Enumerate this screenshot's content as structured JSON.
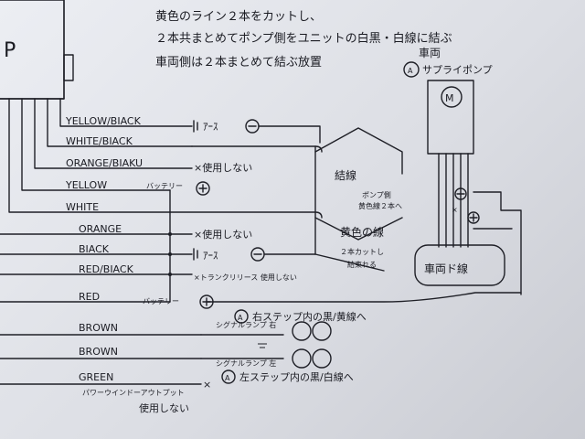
{
  "notes": {
    "line1": "黄色のライン２本をカットし、",
    "line2": "２本共まとめてポンプ側をユニットの白黒・白線に結ぶ",
    "line3": "車両側は２本まとめて結ぶ放置"
  },
  "unit": {
    "label": "P"
  },
  "pump": {
    "title_line1": "車両",
    "title_line2": "サプライポンプ",
    "motor": "M",
    "marker": "A"
  },
  "wires": [
    {
      "name": "YELLOW/BIACK",
      "note": "ｱｰｽ"
    },
    {
      "name": "WHITE/BIACK",
      "note": ""
    },
    {
      "name": "ORANGE/BIAKU",
      "note": "×使用しない"
    },
    {
      "name": "YELLOW",
      "note": "バッテリー"
    },
    {
      "name": "WHITE",
      "note": ""
    },
    {
      "name": "ORANGE",
      "note": "×使用しない"
    },
    {
      "name": "BIACK",
      "note": "ｱｰｽ"
    },
    {
      "name": "RED/BIACK",
      "note": "×トランクリリース 使用しない"
    },
    {
      "name": "RED",
      "note": "バッテリー"
    },
    {
      "name": "BROWN",
      "note": ""
    },
    {
      "name": "BROWN",
      "note": ""
    },
    {
      "name": "GREEN",
      "note": "×"
    }
  ],
  "labels": {
    "kessen": "結線",
    "pump_side": "ポンプ側",
    "yellow_2": "黄色線２本へ",
    "yellow_wire": "黄色の線",
    "cut_two": "２本カットし",
    "tie_leave": "結束れる",
    "vehicle_side": "車両ド線",
    "signal_right": "シグナルランプ 右",
    "signal_left": "シグナルランプ 左",
    "right_step": "右ステップ内の黒/黄線へ",
    "left_step": "左ステップ内の黒/白線へ",
    "power_window": "パワーウインドーアウトプット",
    "unused": "使用しない",
    "marker_a": "A"
  }
}
